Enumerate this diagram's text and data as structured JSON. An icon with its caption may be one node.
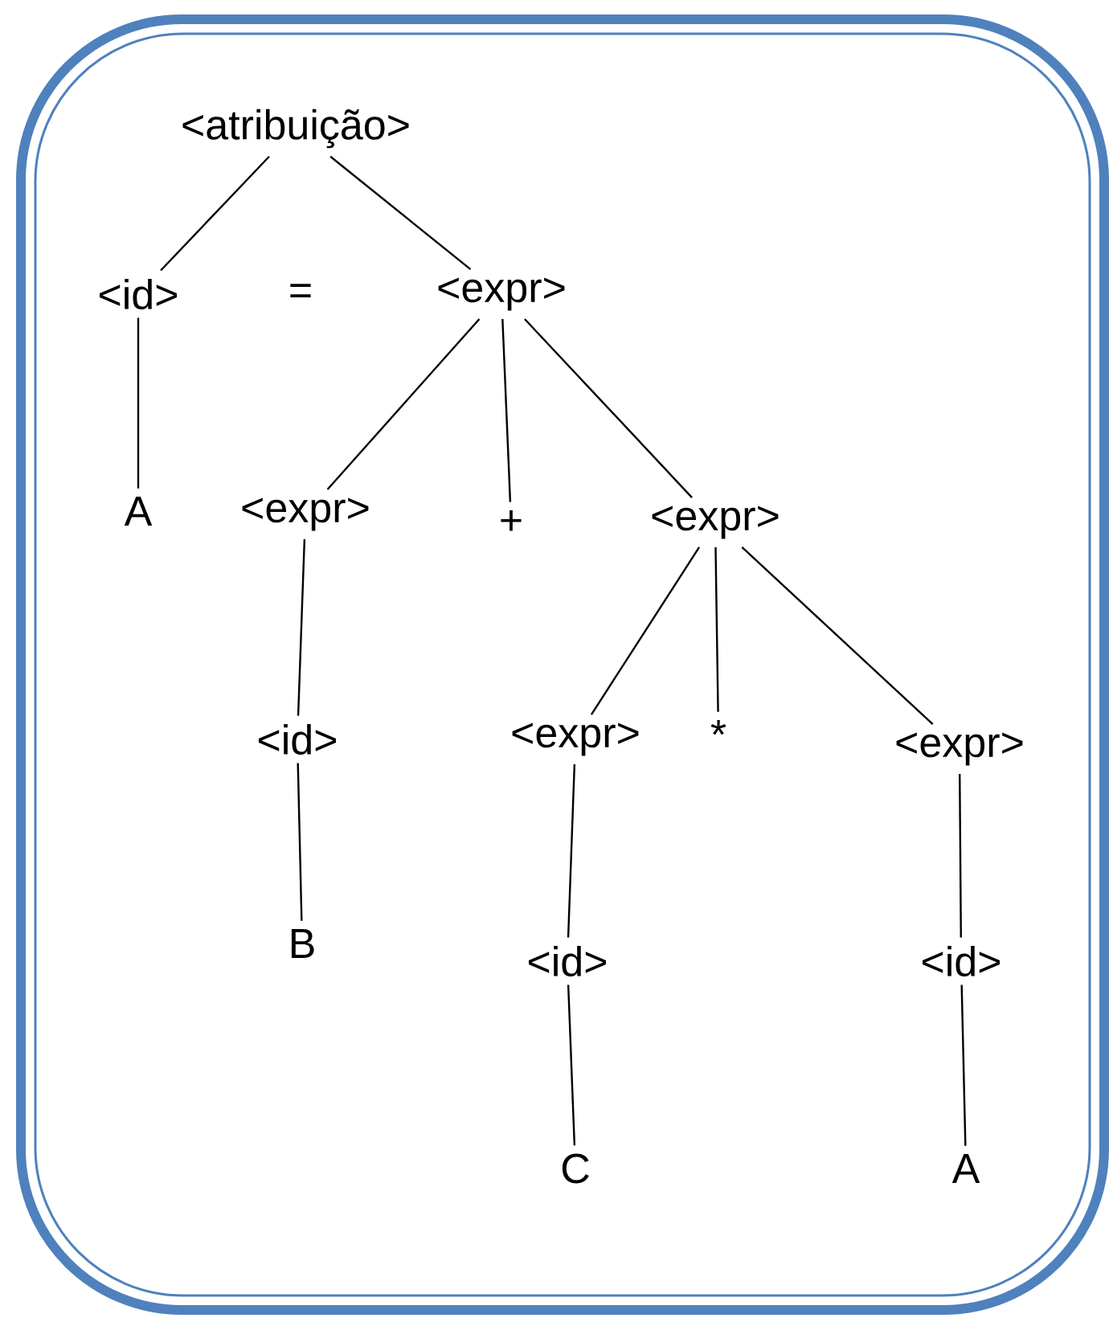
{
  "diagram": {
    "nodes": [
      {
        "text": [
          "<atribuição>"
        ]
      },
      {
        "text": [
          "<id>"
        ]
      },
      {
        "text": [
          "<expr>"
        ]
      },
      {
        "text": [
          "A"
        ]
      },
      {
        "text": [
          "<expr>"
        ]
      },
      {
        "text": [
          "+"
        ]
      },
      {
        "text": [
          "<expr>"
        ]
      },
      {
        "text": [
          "<id>"
        ]
      },
      {
        "text": [
          "<expr>"
        ]
      },
      {
        "text": [
          "*"
        ]
      },
      {
        "text": [
          "<expr>"
        ]
      },
      {
        "text": [
          "B"
        ]
      },
      {
        "text": [
          "<id>"
        ]
      },
      {
        "text": [
          "<id>"
        ]
      },
      {
        "text": [
          "C"
        ]
      },
      {
        "text": [
          "A"
        ]
      }
    ],
    "edges": [
      {
        "from": 0,
        "to": 1,
        "arrow": "none"
      },
      {
        "from": 0,
        "to": 2,
        "arrow": "none"
      },
      {
        "from": 1,
        "to": 3,
        "arrow": "none"
      },
      {
        "from": 2,
        "to": 4,
        "arrow": "none"
      },
      {
        "from": 2,
        "to": 5,
        "arrow": "none"
      },
      {
        "from": 2,
        "to": 6,
        "arrow": "none"
      },
      {
        "from": 4,
        "to": 7,
        "arrow": "none"
      },
      {
        "from": 7,
        "to": 11,
        "arrow": "none"
      },
      {
        "from": 6,
        "to": 8,
        "arrow": "none"
      },
      {
        "from": 6,
        "to": 9,
        "arrow": "none"
      },
      {
        "from": 6,
        "to": 10,
        "arrow": "none"
      },
      {
        "from": 8,
        "to": 12,
        "arrow": "none"
      },
      {
        "from": 12,
        "to": 14,
        "arrow": "none"
      },
      {
        "from": 10,
        "to": 13,
        "arrow": "none"
      },
      {
        "from": 13,
        "to": 15,
        "arrow": "none"
      }
    ],
    "labels": [
      "="
    ]
  }
}
